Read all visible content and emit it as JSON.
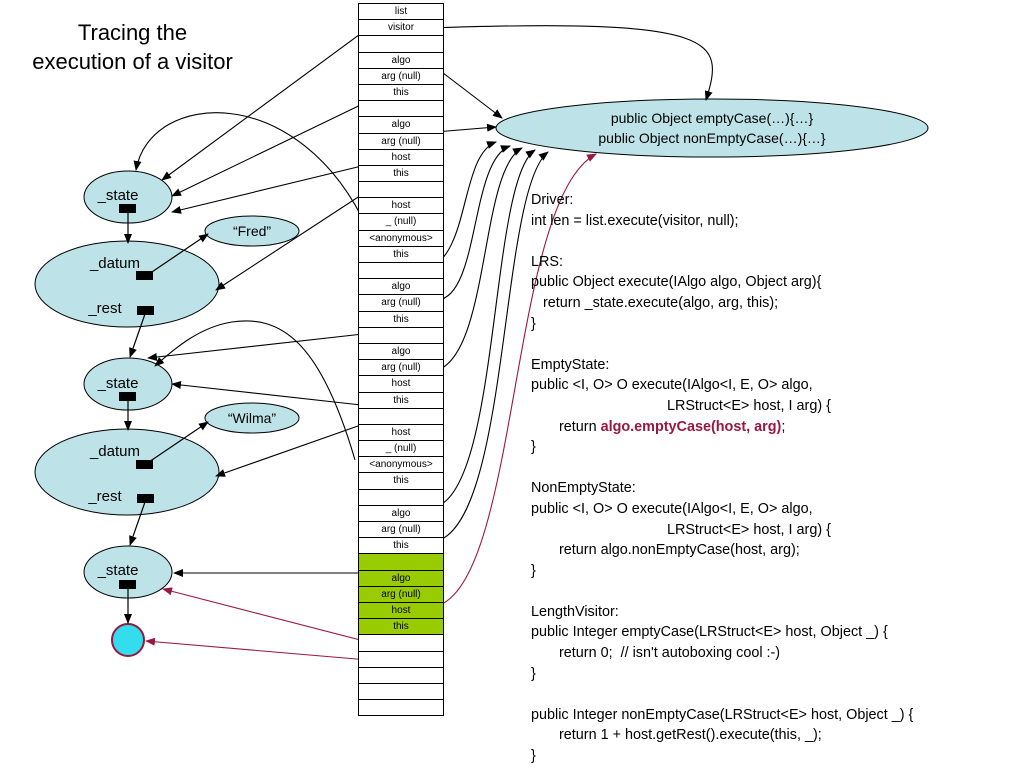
{
  "title": {
    "line1": "Tracing the",
    "line2": "execution of a visitor"
  },
  "stack_cells": [
    {
      "label": "list",
      "green": false
    },
    {
      "label": "visitor",
      "green": false
    },
    {
      "label": "",
      "green": false
    },
    {
      "label": "algo",
      "green": false
    },
    {
      "label": "arg (null)",
      "green": false
    },
    {
      "label": "this",
      "green": false
    },
    {
      "label": "",
      "green": false
    },
    {
      "label": "algo",
      "green": false
    },
    {
      "label": "arg (null)",
      "green": false
    },
    {
      "label": "host",
      "green": false
    },
    {
      "label": "this",
      "green": false
    },
    {
      "label": "",
      "green": false
    },
    {
      "label": "host",
      "green": false
    },
    {
      "label": "_ (null)",
      "green": false
    },
    {
      "label": "<anonymous>",
      "green": false
    },
    {
      "label": "this",
      "green": false
    },
    {
      "label": "",
      "green": false
    },
    {
      "label": "algo",
      "green": false
    },
    {
      "label": "arg (null)",
      "green": false
    },
    {
      "label": "this",
      "green": false
    },
    {
      "label": "",
      "green": false
    },
    {
      "label": "algo",
      "green": false
    },
    {
      "label": "arg (null)",
      "green": false
    },
    {
      "label": "host",
      "green": false
    },
    {
      "label": "this",
      "green": false
    },
    {
      "label": "",
      "green": false
    },
    {
      "label": "host",
      "green": false
    },
    {
      "label": "_ (null)",
      "green": false
    },
    {
      "label": "<anonymous>",
      "green": false
    },
    {
      "label": "this",
      "green": false
    },
    {
      "label": "",
      "green": false
    },
    {
      "label": "algo",
      "green": false
    },
    {
      "label": "arg (null)",
      "green": false
    },
    {
      "label": "this",
      "green": false
    },
    {
      "label": "",
      "green": true
    },
    {
      "label": "algo",
      "green": true
    },
    {
      "label": "arg (null)",
      "green": true
    },
    {
      "label": "host",
      "green": true
    },
    {
      "label": "this",
      "green": true
    },
    {
      "label": "",
      "green": false
    },
    {
      "label": "",
      "green": false
    },
    {
      "label": "",
      "green": false
    },
    {
      "label": "",
      "green": false
    },
    {
      "label": "",
      "green": false
    }
  ],
  "visitor_object": {
    "line1": "public Object emptyCase(…){…}",
    "line2": "public Object nonEmptyCase(…){…}"
  },
  "nodes": {
    "state": "_state",
    "datum": "_datum",
    "rest": "_rest",
    "fred": "“Fred”",
    "wilma": "“Wilma”"
  },
  "colors": {
    "node_fill": "#bde3e8",
    "empty_node_fill": "#33ddee",
    "green_cell": "#99cc00",
    "highlight": "#99183f"
  },
  "code_lines": [
    {
      "text": "Driver:"
    },
    {
      "text": "int len = list.execute(visitor, null);"
    },
    {
      "text": ""
    },
    {
      "text": "LRS:"
    },
    {
      "text": "public Object execute(IAlgo algo, Object arg){"
    },
    {
      "text": "   return _state.execute(algo, arg, this);"
    },
    {
      "text": "}"
    },
    {
      "text": ""
    },
    {
      "text": "EmptyState:"
    },
    {
      "text": "public <I, O> O execute(IAlgo<I, E, O> algo,"
    },
    {
      "text": "                                  LRStruct<E> host, I arg) {"
    },
    {
      "text": "       return ",
      "hl": "algo.emptyCase(host, arg)",
      "after": ";"
    },
    {
      "text": "}"
    },
    {
      "text": ""
    },
    {
      "text": "NonEmptyState:"
    },
    {
      "text": "public <I, O> O execute(IAlgo<I, E, O> algo,"
    },
    {
      "text": "                                  LRStruct<E> host, I arg) {"
    },
    {
      "text": "       return algo.nonEmptyCase(host, arg);"
    },
    {
      "text": "}"
    },
    {
      "text": ""
    },
    {
      "text": "LengthVisitor:"
    },
    {
      "text": "public Integer emptyCase(LRStruct<E> host, Object _) {"
    },
    {
      "text": "       return 0;  // isn't autoboxing cool :-)"
    },
    {
      "text": "}"
    },
    {
      "text": ""
    },
    {
      "text": "public Integer nonEmptyCase(LRStruct<E> host, Object _) {"
    },
    {
      "text": "       return 1 + host.getRest().execute(this, _);"
    },
    {
      "text": "}"
    }
  ]
}
